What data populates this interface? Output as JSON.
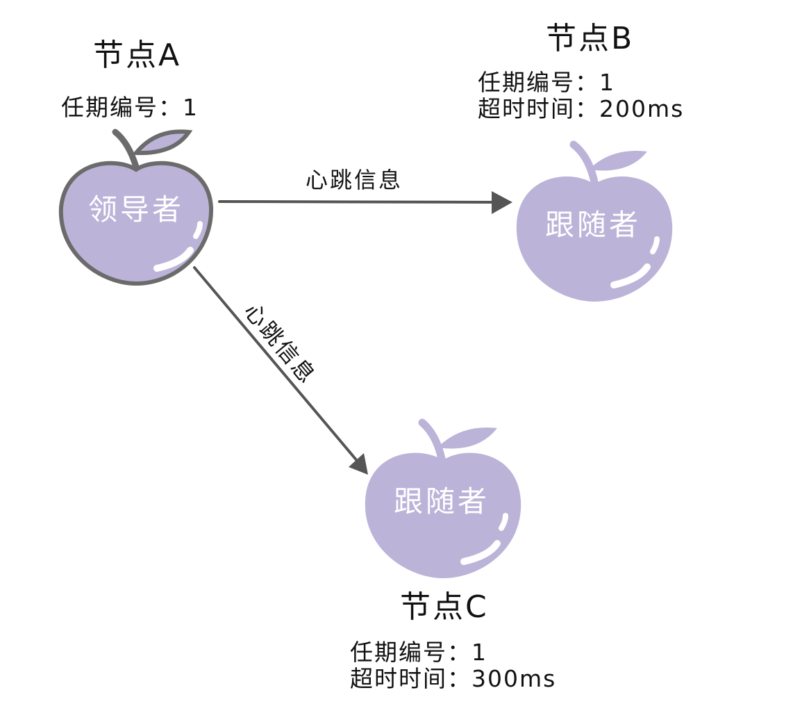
{
  "nodes": {
    "a": {
      "title": "节点A",
      "role": "领导者",
      "info": [
        "任期编号：1"
      ]
    },
    "b": {
      "title": "节点B",
      "role": "跟随者",
      "info": [
        "任期编号：1",
        "超时时间：200ms"
      ]
    },
    "c": {
      "title": "节点C",
      "role": "跟随者",
      "info": [
        "任期编号：1",
        "超时时间：300ms"
      ]
    }
  },
  "edges": {
    "a_to_b": {
      "label": "心跳信息"
    },
    "a_to_c": {
      "label": "心跳信息"
    }
  },
  "colors": {
    "apple_fill": "#bcb3d8",
    "leader_outline": "#6b6b6b",
    "highlight": "#ffffff",
    "arrow": "#555555"
  }
}
